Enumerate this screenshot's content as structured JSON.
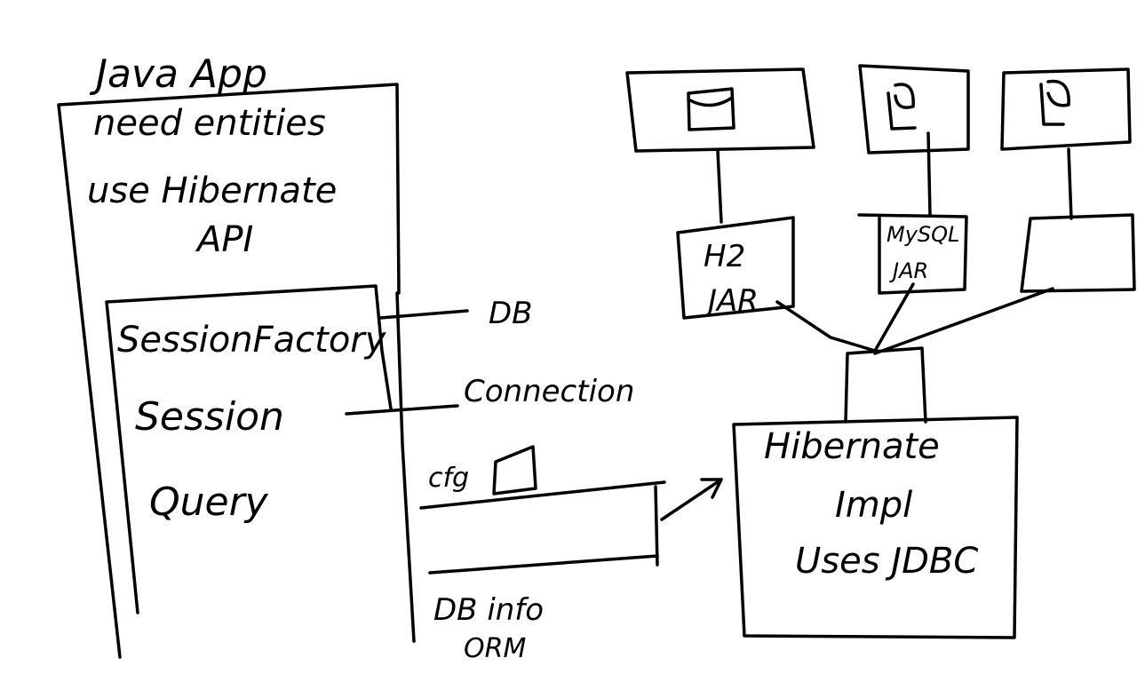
{
  "colors": {
    "ink": "#000000",
    "background": "#ffffff"
  },
  "app": {
    "title": "Java App",
    "line1": "need entities",
    "line2": "use Hibernate",
    "line3": "API"
  },
  "api": {
    "session_factory": "SessionFactory",
    "session": "Session",
    "query": "Query"
  },
  "notes": {
    "db": "DB",
    "connection": "Connection",
    "cfg": "cfg",
    "db_info": "DB info",
    "orm": "ORM"
  },
  "hibernate": {
    "line1": "Hibernate",
    "line2": "Impl",
    "line3": "Uses JDBC"
  },
  "drivers": {
    "h2_line1": "H2",
    "h2_line2": "JAR",
    "mysql_line1": "MySQL",
    "mysql_line2": "JAR"
  },
  "databases": {
    "icon": "database-icon"
  }
}
